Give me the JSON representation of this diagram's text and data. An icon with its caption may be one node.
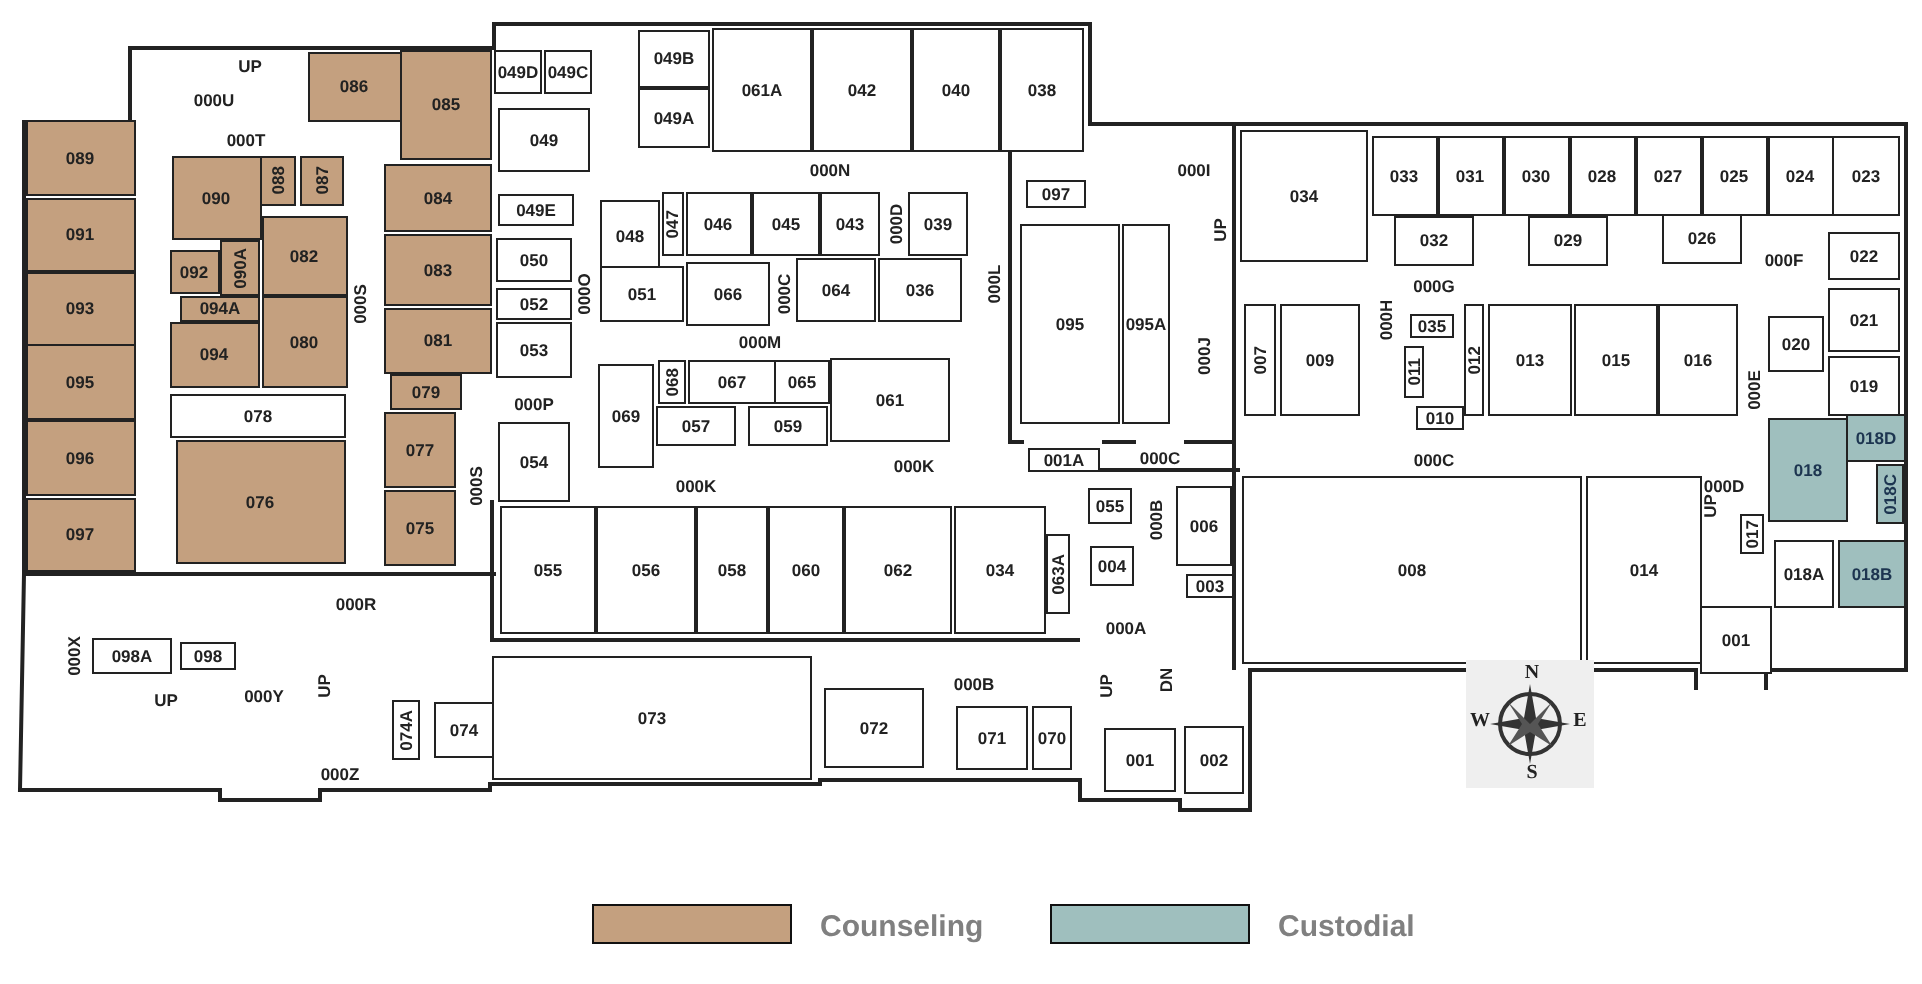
{
  "diagram": {
    "nodes": [
      {
        "text": [
          "086"
        ]
      },
      {
        "text": [
          "085"
        ]
      },
      {
        "text": [
          "089"
        ]
      },
      {
        "text": [
          "091"
        ]
      },
      {
        "text": [
          "093"
        ]
      },
      {
        "text": [
          "095"
        ]
      },
      {
        "text": [
          "096"
        ]
      },
      {
        "text": [
          "097"
        ]
      },
      {
        "text": [
          "090"
        ]
      },
      {
        "text": [
          "088"
        ]
      },
      {
        "text": [
          "087"
        ]
      },
      {
        "text": [
          "092"
        ]
      },
      {
        "text": [
          "090A"
        ]
      },
      {
        "text": [
          "082"
        ]
      },
      {
        "text": [
          "094A"
        ]
      },
      {
        "text": [
          "094"
        ]
      },
      {
        "text": [
          "080"
        ]
      },
      {
        "text": [
          "078"
        ]
      },
      {
        "text": [
          "076"
        ]
      },
      {
        "text": [
          "084"
        ]
      },
      {
        "text": [
          "083"
        ]
      },
      {
        "text": [
          "081"
        ]
      },
      {
        "text": [
          "079"
        ]
      },
      {
        "text": [
          "077"
        ]
      },
      {
        "text": [
          "075"
        ]
      },
      {
        "text": [
          "049D"
        ]
      },
      {
        "text": [
          "049C"
        ]
      },
      {
        "text": [
          "049B"
        ]
      },
      {
        "text": [
          "049A"
        ]
      },
      {
        "text": [
          "049"
        ]
      },
      {
        "text": [
          "061A"
        ]
      },
      {
        "text": [
          "042"
        ]
      },
      {
        "text": [
          "040"
        ]
      },
      {
        "text": [
          "038"
        ]
      },
      {
        "text": [
          "049E"
        ]
      },
      {
        "text": [
          "050"
        ]
      },
      {
        "text": [
          "052"
        ]
      },
      {
        "text": [
          "053"
        ]
      },
      {
        "text": [
          "048"
        ]
      },
      {
        "text": [
          "047"
        ]
      },
      {
        "text": [
          "046"
        ]
      },
      {
        "text": [
          "045"
        ]
      },
      {
        "text": [
          "043"
        ]
      },
      {
        "text": [
          "039"
        ]
      },
      {
        "text": [
          "097"
        ]
      },
      {
        "text": [
          "051"
        ]
      },
      {
        "text": [
          "066"
        ]
      },
      {
        "text": [
          "064"
        ]
      },
      {
        "text": [
          "036"
        ]
      },
      {
        "text": [
          "069"
        ]
      },
      {
        "text": [
          "068"
        ]
      },
      {
        "text": [
          "067"
        ]
      },
      {
        "text": [
          "065"
        ]
      },
      {
        "text": [
          "061"
        ]
      },
      {
        "text": [
          "057"
        ]
      },
      {
        "text": [
          "059"
        ]
      },
      {
        "text": [
          "054"
        ]
      },
      {
        "text": [
          "055"
        ]
      },
      {
        "text": [
          "056"
        ]
      },
      {
        "text": [
          "058"
        ]
      },
      {
        "text": [
          "060"
        ]
      },
      {
        "text": [
          "062"
        ]
      },
      {
        "text": [
          "034"
        ]
      },
      {
        "text": [
          "063A"
        ]
      },
      {
        "text": [
          "095"
        ]
      },
      {
        "text": [
          "095A"
        ]
      },
      {
        "text": [
          "001A"
        ]
      },
      {
        "text": [
          "055"
        ]
      },
      {
        "text": [
          "004"
        ]
      },
      {
        "text": [
          "073"
        ]
      },
      {
        "text": [
          "072"
        ]
      },
      {
        "text": [
          "071"
        ]
      },
      {
        "text": [
          "070"
        ]
      },
      {
        "text": [
          "001"
        ]
      },
      {
        "text": [
          "034"
        ]
      },
      {
        "text": [
          "033"
        ]
      },
      {
        "text": [
          "031"
        ]
      },
      {
        "text": [
          "030"
        ]
      },
      {
        "text": [
          "028"
        ]
      },
      {
        "text": [
          "027"
        ]
      },
      {
        "text": [
          "025"
        ]
      },
      {
        "text": [
          "024"
        ]
      },
      {
        "text": [
          "023"
        ]
      },
      {
        "text": [
          "032"
        ]
      },
      {
        "text": [
          "029"
        ]
      },
      {
        "text": [
          "026"
        ]
      },
      {
        "text": [
          "022"
        ]
      },
      {
        "text": [
          "021"
        ]
      },
      {
        "text": [
          "020"
        ]
      },
      {
        "text": [
          "019"
        ]
      },
      {
        "text": [
          "007"
        ]
      },
      {
        "text": [
          "009"
        ]
      },
      {
        "text": [
          "035"
        ]
      },
      {
        "text": [
          "011"
        ]
      },
      {
        "text": [
          "012"
        ]
      },
      {
        "text": [
          "010"
        ]
      },
      {
        "text": [
          "013"
        ]
      },
      {
        "text": [
          "015"
        ]
      },
      {
        "text": [
          "016"
        ]
      },
      {
        "text": [
          "018"
        ]
      },
      {
        "text": [
          "018D"
        ]
      },
      {
        "text": [
          "018C"
        ]
      },
      {
        "text": [
          "018A"
        ]
      },
      {
        "text": [
          "018B"
        ]
      },
      {
        "text": [
          "017"
        ]
      },
      {
        "text": [
          "008"
        ]
      },
      {
        "text": [
          "014"
        ]
      },
      {
        "text": [
          "006"
        ]
      },
      {
        "text": [
          "003"
        ]
      },
      {
        "text": [
          "002"
        ]
      },
      {
        "text": [
          "001"
        ]
      },
      {
        "text": [
          "098A"
        ]
      },
      {
        "text": [
          "098"
        ]
      },
      {
        "text": [
          "074A"
        ]
      },
      {
        "text": [
          "074"
        ]
      }
    ],
    "labels": [
      "UP",
      "000U",
      "000T",
      "000S",
      "000S",
      "000N",
      "000O",
      "000D",
      "000C",
      "000L",
      "000M",
      "000P",
      "000K",
      "000K",
      "000I",
      "UP",
      "000F",
      "000G",
      "000H",
      "000J",
      "000E",
      "000C",
      "000C",
      "000D",
      "UP",
      "000B",
      "000R",
      "000A",
      "000X",
      "UP",
      "UP",
      "DN",
      "000B",
      "UP",
      "000Y",
      "000Z",
      "N",
      "W",
      "E",
      "S"
    ],
    "legend": [
      {
        "text": "Counseling",
        "color": "#c4a07f"
      },
      {
        "text": "Custodial",
        "color": "#9fbfbe"
      }
    ]
  }
}
